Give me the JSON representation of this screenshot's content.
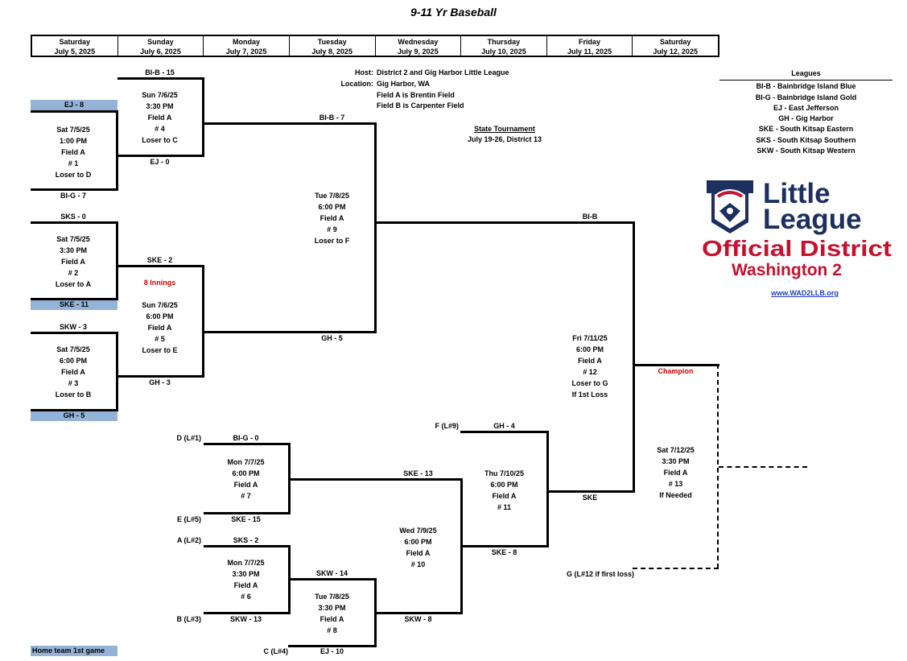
{
  "title": "9-11 Yr Baseball",
  "days": [
    {
      "dow": "Saturday",
      "date": "July 5, 2025"
    },
    {
      "dow": "Sunday",
      "date": "July 6, 2025"
    },
    {
      "dow": "Monday",
      "date": "July 7, 2025"
    },
    {
      "dow": "Tuesday",
      "date": "July 8, 2025"
    },
    {
      "dow": "Wednesday",
      "date": "July 9, 2025"
    },
    {
      "dow": "Thursday",
      "date": "July 10, 2025"
    },
    {
      "dow": "Friday",
      "date": "July 11, 2025"
    },
    {
      "dow": "Saturday",
      "date": "July 12, 2025"
    }
  ],
  "info": {
    "host_label": "Host:",
    "host": "District 2 and Gig Harbor Little League",
    "loc_label": "Location:",
    "loc": "Gig Harbor, WA",
    "field_a": "Field A is Brentin Field",
    "field_b": "Field B is Carpenter Field",
    "state_title": "State Tournament",
    "state_detail": "July 19-26, District 13"
  },
  "leagues": {
    "heading": "Leagues",
    "items": [
      "BI-B - Bainbridge Island Blue",
      "BI-G - Bainbridge Island Gold",
      "EJ - East Jefferson",
      "GH - Gig Harbor",
      "SKE - South Kitsap Eastern",
      "SKS - South Kitsap Southern",
      "SKW - South Kitsap Western"
    ]
  },
  "logo": {
    "line1": "Little",
    "line2": "League",
    "line3": "Official District",
    "line4": "Washington 2",
    "link": "www.WAD2LLB.org"
  },
  "games": {
    "g1": [
      "Sat 7/5/25",
      "1:00 PM",
      "Field A",
      "# 1",
      "Loser to D"
    ],
    "g2": [
      "Sat 7/5/25",
      "3:30 PM",
      "Field A",
      "# 2",
      "Loser to A"
    ],
    "g3": [
      "Sat 7/5/25",
      "6:00 PM",
      "Field A",
      "# 3",
      "Loser to B"
    ],
    "g4": [
      "Sun 7/6/25",
      "3:30 PM",
      "Field A",
      "# 4",
      "Loser to C"
    ],
    "g5": [
      "Sun 7/6/25",
      "6:00 PM",
      "Field A",
      "# 5",
      "Loser to E"
    ],
    "g9": [
      "Tue 7/8/25",
      "6:00 PM",
      "Field A",
      "# 9",
      "Loser to F"
    ],
    "g12": [
      "Fri 7/11/25",
      "6:00 PM",
      "Field A",
      "# 12",
      "Loser to G",
      "If 1st Loss"
    ],
    "g13": [
      "Sat 7/12/25",
      "3:30 PM",
      "Field A",
      "# 13",
      "If Needed"
    ],
    "g7": [
      "Mon 7/7/25",
      "6:00 PM",
      "Field A",
      "# 7"
    ],
    "g6": [
      "Mon 7/7/25",
      "3:30 PM",
      "Field A",
      "# 6"
    ],
    "g8": [
      "Tue 7/8/25",
      "3:30 PM",
      "Field A",
      "# 8"
    ],
    "g10": [
      "Wed 7/9/25",
      "6:00 PM",
      "Field A",
      "# 10"
    ],
    "g11": [
      "Thu 7/10/25",
      "6:00 PM",
      "Field A",
      "# 11"
    ]
  },
  "teams": {
    "ej8": "EJ - 8",
    "big7": "BI-G - 7",
    "sks0": "SKS - 0",
    "ske11": "SKE - 11",
    "skw3": "SKW - 3",
    "gh5": "GH - 5",
    "bib15": "BI-B - 15",
    "ej0": "EJ - 0",
    "ske2": "SKE - 2",
    "innings": "8 Innings",
    "gh3": "GH - 3",
    "bib7": "BI-B - 7",
    "gh5b": "GH - 5",
    "bib": "BI-B",
    "champion": "Champion",
    "ske": "SKE",
    "g_src": "G (L#12 if first loss)",
    "d_src": "D (L#1)",
    "big0": "BI-G - 0",
    "e_src": "E (L#5)",
    "ske15": "SKE - 15",
    "a_src": "A (L#2)",
    "sks2": "SKS - 2",
    "b_src": "B (L#3)",
    "skw13": "SKW - 13",
    "skw14": "SKW - 14",
    "c_src": "C (L#4)",
    "ej10": "EJ - 10",
    "ske13": "SKE - 13",
    "skw8": "SKW - 8",
    "f_src": "F (L#9)",
    "gh4": "GH - 4",
    "ske8": "SKE - 8"
  },
  "footer": "Home team 1st game",
  "colors": {
    "bar_blue": "#95b3d7",
    "accent_red": "#d40000",
    "logo_navy": "#1c2f5e",
    "logo_red": "#c8102e"
  }
}
